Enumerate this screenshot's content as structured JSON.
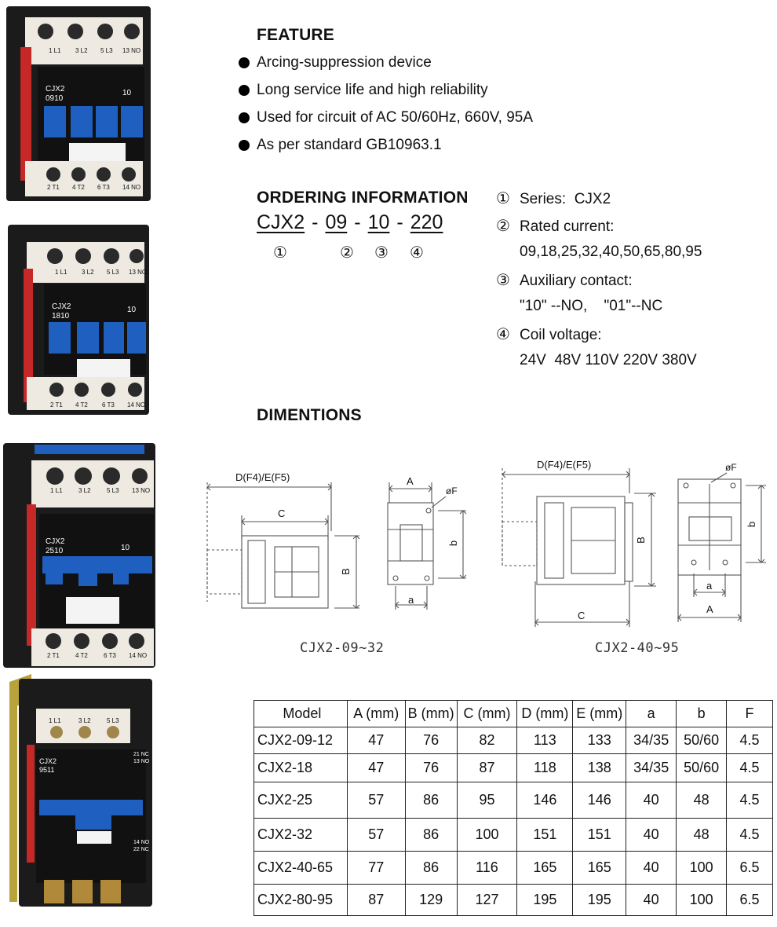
{
  "photos": [
    {
      "model_code": "CJX2",
      "model_num": "0910",
      "aux": "10",
      "top_terms": [
        "1 L1",
        "3 L2",
        "5 L3",
        "13 NO"
      ],
      "bottom_terms": [
        "2 T1",
        "4 T2",
        "6 T3",
        "14 NO"
      ]
    },
    {
      "model_code": "CJX2",
      "model_num": "1810",
      "aux": "10",
      "top_terms": [
        "1 L1",
        "3 L2",
        "5 L3",
        "13 NO"
      ],
      "bottom_terms": [
        "2 T1",
        "4 T2",
        "6 T3",
        "14 NO"
      ]
    },
    {
      "model_code": "CJX2",
      "model_num": "2510",
      "aux": "10",
      "top_terms": [
        "1 L1",
        "3 L2",
        "5 L3",
        "13 NO"
      ],
      "bottom_terms": [
        "2 T1",
        "4 T2",
        "6 T3",
        "14 NO"
      ]
    },
    {
      "model_code": "CJX2",
      "model_num": "9511",
      "aux_top": "21 NC 13 NO",
      "aux_bottom": "14 NO 22 NC",
      "top_terms": [
        "1 L1",
        "3 L2",
        "5 L3"
      ]
    }
  ],
  "feature": {
    "heading": "FEATURE",
    "items": [
      "Arcing-suppression device",
      "Long service life and high reliability",
      "Used for circuit of AC 50/60Hz, 660V, 95A",
      "As per standard GB10963.1"
    ]
  },
  "ordering": {
    "heading": "ORDERING INFORMATION",
    "code_parts": [
      "CJX2",
      "09",
      "10",
      "220"
    ],
    "separator": "-",
    "markers": [
      "①",
      "②",
      "③",
      "④"
    ],
    "lines": [
      {
        "marker": "①",
        "text": "Series:  CJX2"
      },
      {
        "marker": "②",
        "text": "Rated current:"
      },
      {
        "marker": "",
        "text": "09,18,25,32,40,50,65,80,95"
      },
      {
        "marker": "③",
        "text": "Auxiliary contact:"
      },
      {
        "marker": "",
        "text": "\"10\" --NO,    \"01\"--NC"
      },
      {
        "marker": "④",
        "text": "Coil voltage:"
      },
      {
        "marker": "",
        "text": "24V  48V 110V 220V 380V"
      }
    ]
  },
  "dimensions": {
    "heading": "DIMENTIONS",
    "drawing_small": {
      "caption": "CJX2-09~32",
      "labels": {
        "overall": "D(F4)/E(F5)",
        "c": "C",
        "b_big": "B",
        "a_big": "A",
        "f": "øF",
        "b_small": "b",
        "a_small": "a"
      }
    },
    "drawing_large": {
      "caption": "CJX2-40~95",
      "labels": {
        "overall": "D(F4)/E(F5)",
        "c": "C",
        "b_big": "B",
        "a_big": "A",
        "f": "øF",
        "b_small": "b",
        "a_small": "a"
      }
    }
  },
  "table": {
    "headers": [
      "Model",
      "A (mm)",
      "B (mm)",
      "C (mm)",
      "D (mm)",
      "E (mm)",
      "a",
      "b",
      "F"
    ],
    "rows": [
      [
        "CJX2-09-12",
        "47",
        "76",
        "82",
        "113",
        "133",
        "34/35",
        "50/60",
        "4.5"
      ],
      [
        "CJX2-18",
        "47",
        "76",
        "87",
        "118",
        "138",
        "34/35",
        "50/60",
        "4.5"
      ],
      [
        "CJX2-25",
        "57",
        "86",
        "95",
        "146",
        "146",
        "40",
        "48",
        "4.5"
      ],
      [
        "CJX2-32",
        "57",
        "86",
        "100",
        "151",
        "151",
        "40",
        "48",
        "4.5"
      ],
      [
        "CJX2-40-65",
        "77",
        "86",
        "116",
        "165",
        "165",
        "40",
        "100",
        "6.5"
      ],
      [
        "CJX2-80-95",
        "87",
        "129",
        "127",
        "195",
        "195",
        "40",
        "100",
        "6.5"
      ]
    ]
  }
}
